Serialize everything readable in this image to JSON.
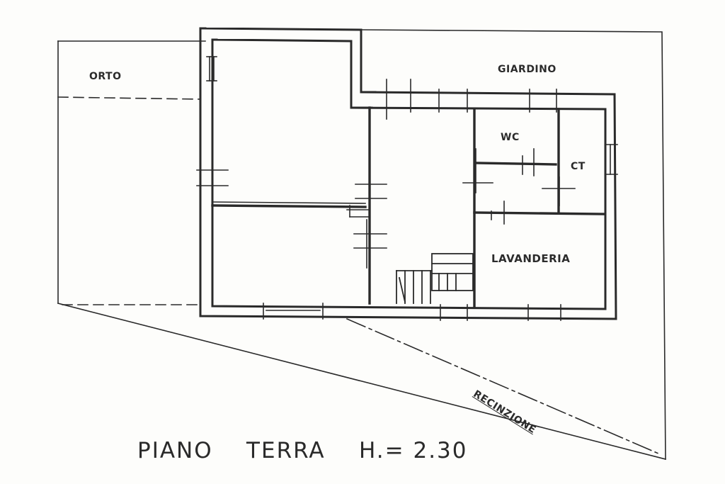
{
  "plan": {
    "title": "PIANO    TERRA    H.= 2.30",
    "rooms": {
      "orto": "ORTO",
      "giardino": "GIARDINO",
      "wc": "WC",
      "ct": "CT",
      "lavanderia": "LAVANDERIA"
    },
    "fence_label": "RECINZIONE"
  },
  "colors": {
    "ink": "#2a2a2a",
    "paper": "#fdfdfb"
  }
}
